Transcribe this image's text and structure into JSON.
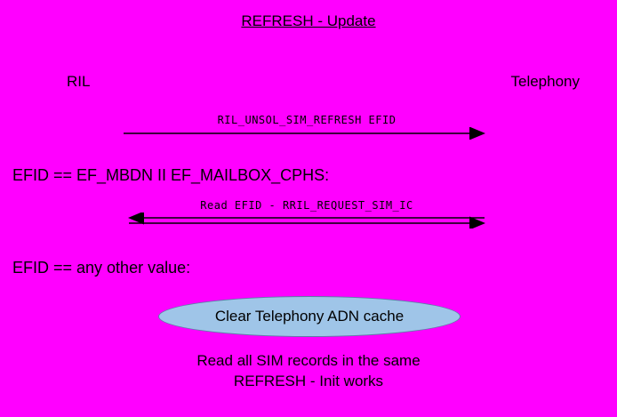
{
  "diagram": {
    "title": "REFRESH - Update",
    "actors": {
      "left": "RIL",
      "right": "Telephony"
    },
    "messages": [
      {
        "label": "RIL_UNSOL_SIM_REFRESH EFID",
        "direction": "right"
      },
      {
        "label": "Read EFID - RRIL_REQUEST_SIM_IC",
        "direction": "both"
      }
    ],
    "conditions": [
      {
        "text": "EFID == EF_MBDN II EF_MAILBOX_CPHS:"
      },
      {
        "text": "EFID == any other value:"
      }
    ],
    "ellipse": {
      "label": "Clear Telephony ADN cache"
    },
    "note": {
      "line1": "Read all SIM records in the same",
      "line2": "REFRESH - Init works"
    },
    "colors": {
      "background": "#FF00FF",
      "text": "#000000",
      "ellipse_fill": "#9FC5E8",
      "ellipse_stroke": "#5B7FA6",
      "arrow": "#000000"
    }
  }
}
